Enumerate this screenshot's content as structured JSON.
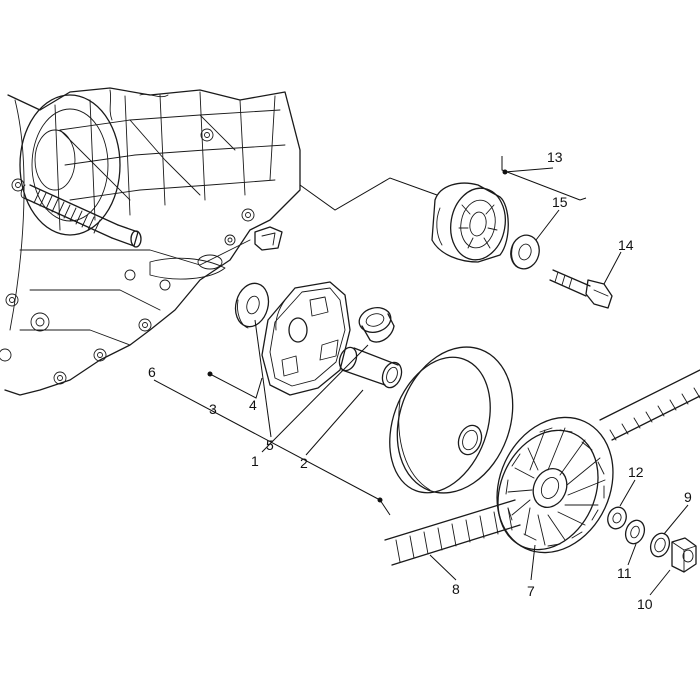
{
  "diagram": {
    "callouts": [
      {
        "id": "1",
        "text": "1"
      },
      {
        "id": "2",
        "text": "2"
      },
      {
        "id": "3",
        "text": "3"
      },
      {
        "id": "4",
        "text": "4"
      },
      {
        "id": "5",
        "text": "5"
      },
      {
        "id": "6",
        "text": "6"
      },
      {
        "id": "7",
        "text": "7"
      },
      {
        "id": "8",
        "text": "8"
      },
      {
        "id": "9",
        "text": "9"
      },
      {
        "id": "10",
        "text": "10"
      },
      {
        "id": "11",
        "text": "11"
      },
      {
        "id": "12",
        "text": "12"
      },
      {
        "id": "13",
        "text": "13"
      },
      {
        "id": "14",
        "text": "14"
      },
      {
        "id": "15",
        "text": "15"
      }
    ],
    "colors": {
      "line": "#1a1a1a",
      "fill": "#ffffff",
      "shade": "#cfcfcf"
    }
  }
}
